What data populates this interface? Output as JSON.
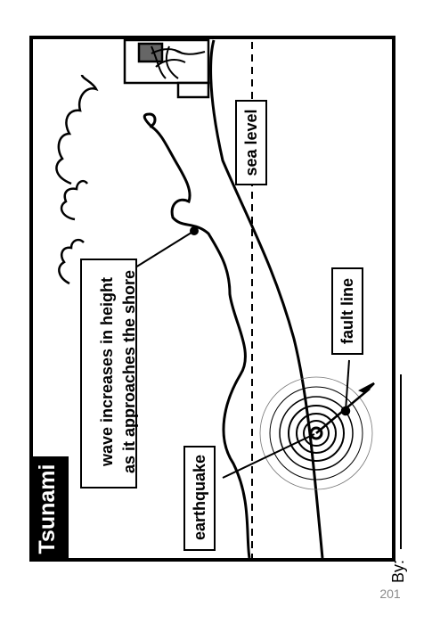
{
  "diagram": {
    "title": "Tsunami",
    "labels": {
      "wave": [
        "wave increases in height",
        "as it approaches the shore"
      ],
      "sea_level": "sea level",
      "fault_line": "fault line",
      "earthquake": "earthquake"
    },
    "byline": "By:",
    "page_number": "201"
  },
  "icons": [
    "cloud-icon",
    "house-icon",
    "palm-tree-icon",
    "epicenter-rings-icon"
  ]
}
